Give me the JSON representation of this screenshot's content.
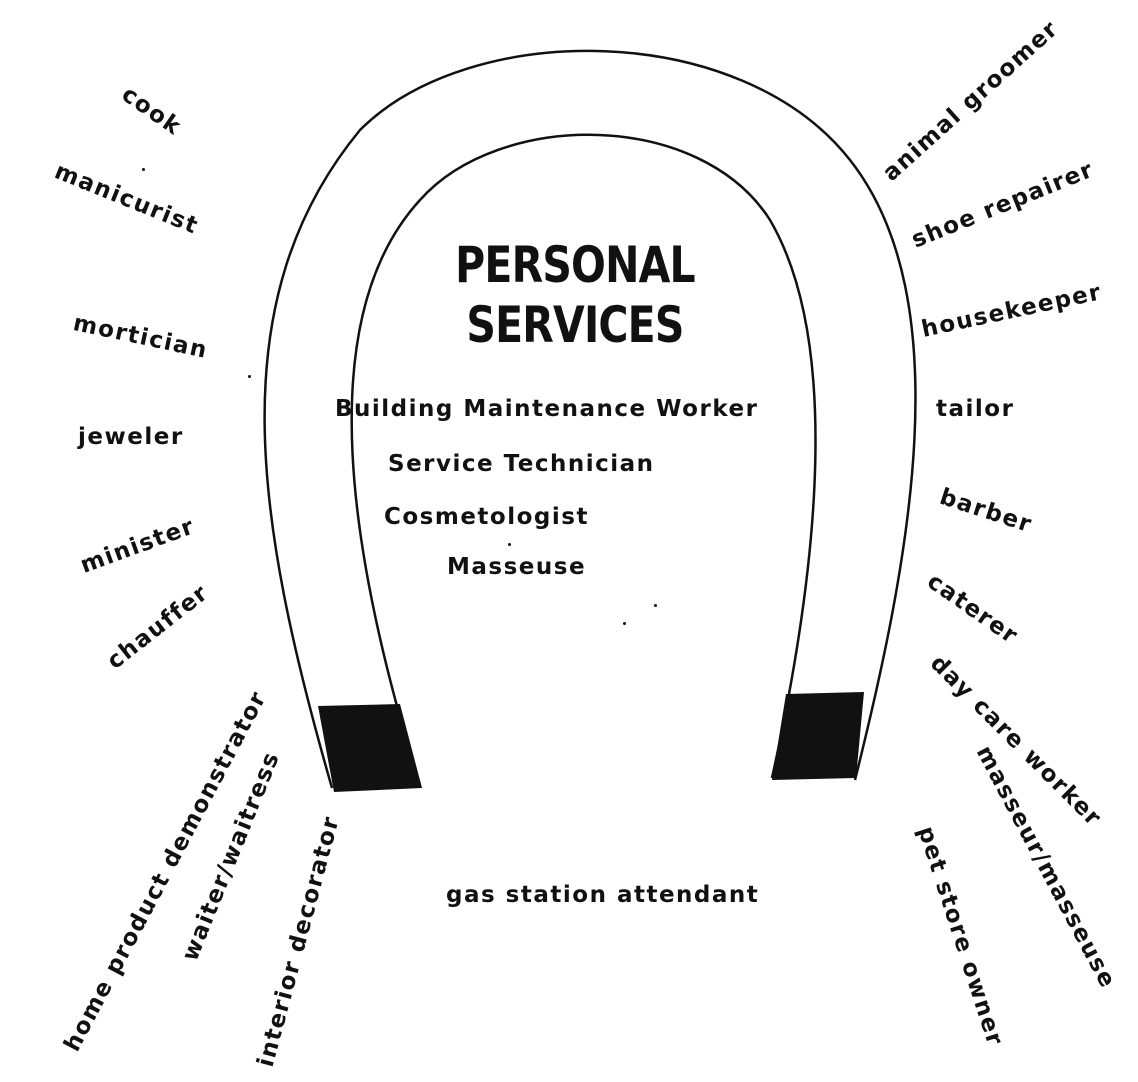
{
  "title": {
    "line1": "PERSONAL",
    "line2": "SERVICES"
  },
  "inner_items": [
    "Building Maintenance Worker",
    "Service Technician",
    "Cosmetologist",
    "Masseuse"
  ],
  "bottom_label": "gas station attendant",
  "left_occupations": [
    "cook",
    "manicurist",
    "mortician",
    "jeweler",
    "minister",
    "chauffer",
    "home product demonstrator",
    "waiter/waitress",
    "interior decorator"
  ],
  "right_occupations": [
    "animal groomer",
    "shoe repairer",
    "housekeeper",
    "tailor",
    "barber",
    "caterer",
    "day care worker",
    "masseur/masseuse",
    "pet store owner"
  ],
  "colors": {
    "ink": "#111111",
    "background": "#ffffff"
  }
}
